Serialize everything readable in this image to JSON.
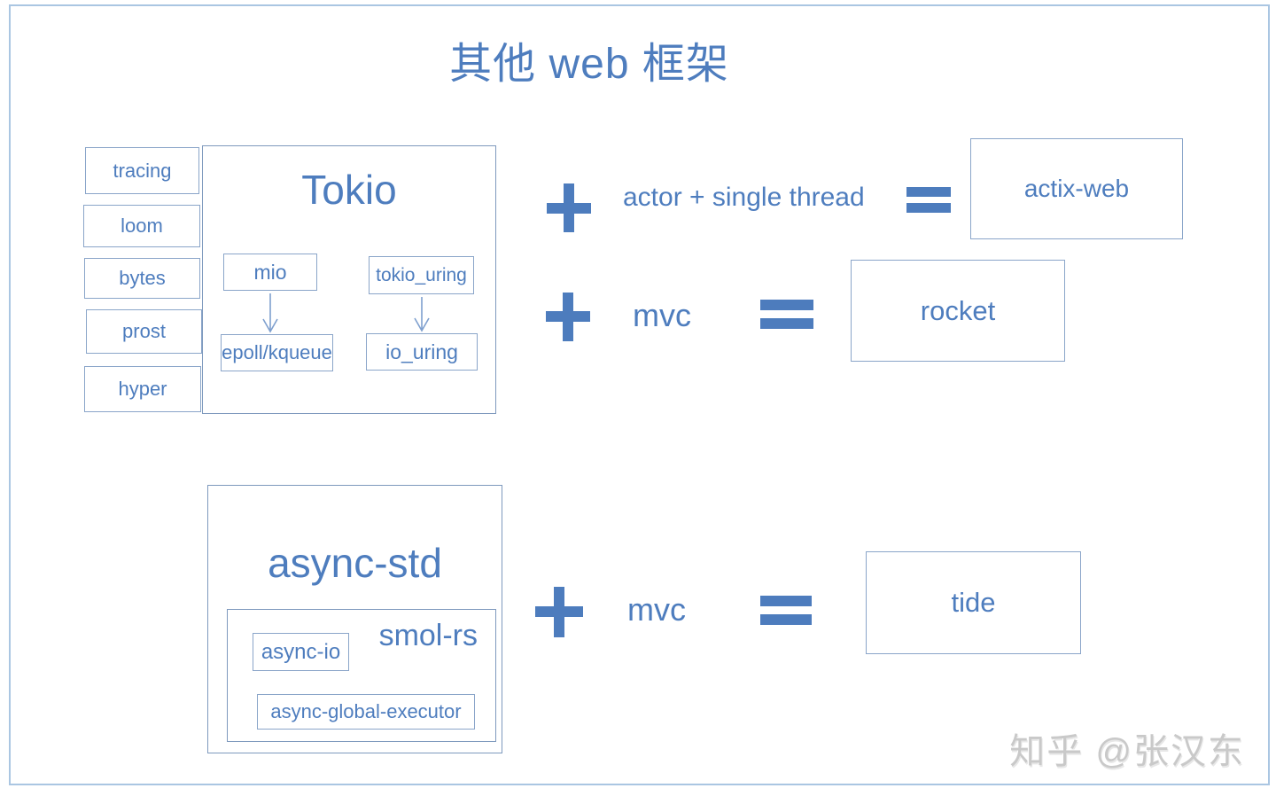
{
  "page": {
    "title": "其他 web 框架",
    "watermark": "知乎 @张汉东",
    "colors": {
      "accent_text": "#4e7dbe",
      "operator_fill": "#4d7cbd",
      "box_border": "#8aa5c9",
      "container_border": "#7e99bd",
      "outer_frame_border": "#aac6e2",
      "arrow_stroke": "#7fa0cf",
      "watermark_gray": "#c9c9c9"
    }
  },
  "side_crates": [
    "tracing",
    "loom",
    "bytes",
    "prost",
    "hyper"
  ],
  "tokio": {
    "title": "Tokio",
    "mio": "mio",
    "tokio_uring": "tokio_uring",
    "epoll_kqueue": "epoll/kqueue",
    "io_uring": "io_uring",
    "arrows": [
      {
        "from": "mio",
        "to": "epoll/kqueue"
      },
      {
        "from": "tokio_uring",
        "to": "io_uring"
      }
    ]
  },
  "async_std": {
    "title": "async-std",
    "smol": "smol-rs",
    "async_io": "async-io",
    "executor": "async-global-executor"
  },
  "equations": [
    {
      "operator": "+",
      "operand": "actor + single thread",
      "equals": "=",
      "result": "actix-web"
    },
    {
      "operator": "+",
      "operand": "mvc",
      "equals": "=",
      "result": "rocket"
    },
    {
      "operator": "+",
      "operand": "mvc",
      "equals": "=",
      "result": "tide"
    }
  ]
}
